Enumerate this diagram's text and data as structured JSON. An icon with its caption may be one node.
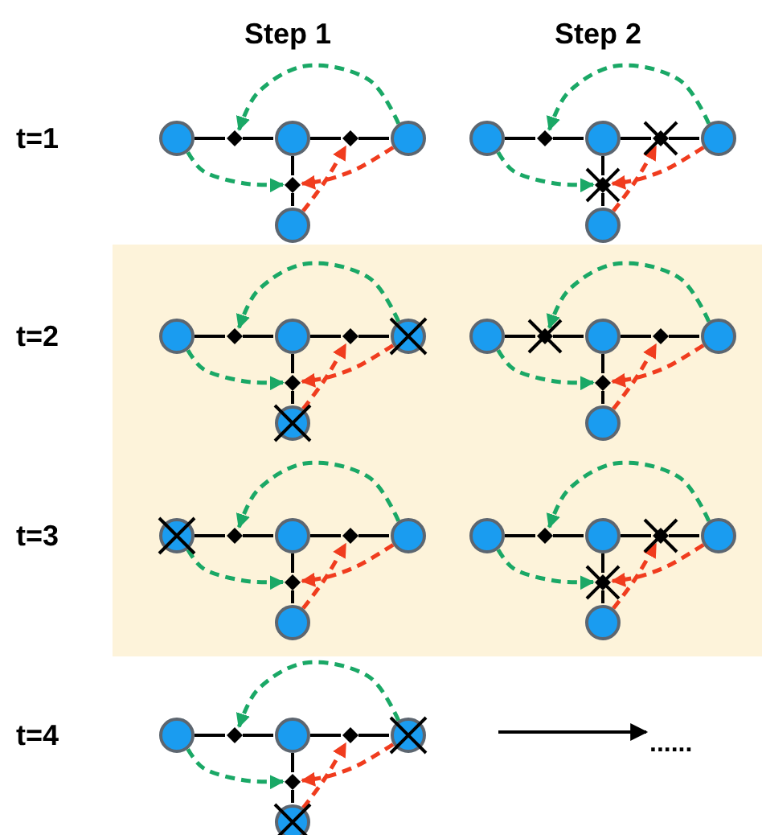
{
  "diagram": {
    "nodes": [
      {
        "text": [],
        "shape": "circle"
      },
      {
        "text": [],
        "shape": "diamond"
      },
      {
        "text": [],
        "shape": "circle"
      },
      {
        "text": [],
        "shape": "diamond"
      },
      {
        "text": [],
        "shape": "circle"
      },
      {
        "text": [],
        "shape": "diamond"
      },
      {
        "text": [],
        "shape": "circle"
      },
      {
        "text": [],
        "shape": "circle"
      },
      {
        "text": [],
        "shape": "diamond"
      },
      {
        "text": [],
        "shape": "circle"
      },
      {
        "text": [],
        "shape": "crossed-diamond"
      },
      {
        "text": [],
        "shape": "circle"
      },
      {
        "text": [],
        "shape": "crossed-diamond"
      },
      {
        "text": [],
        "shape": "circle"
      },
      {
        "text": [],
        "shape": "circle"
      },
      {
        "text": [],
        "shape": "diamond"
      },
      {
        "text": [],
        "shape": "circle"
      },
      {
        "text": [],
        "shape": "diamond"
      },
      {
        "text": [],
        "shape": "crossed-circle"
      },
      {
        "text": [],
        "shape": "diamond"
      },
      {
        "text": [],
        "shape": "crossed-circle"
      },
      {
        "text": [],
        "shape": "circle"
      },
      {
        "text": [],
        "shape": "crossed-diamond"
      },
      {
        "text": [],
        "shape": "circle"
      },
      {
        "text": [],
        "shape": "diamond"
      },
      {
        "text": [],
        "shape": "circle"
      },
      {
        "text": [],
        "shape": "diamond"
      },
      {
        "text": [],
        "shape": "circle"
      },
      {
        "text": [],
        "shape": "crossed-circle"
      },
      {
        "text": [],
        "shape": "diamond"
      },
      {
        "text": [],
        "shape": "circle"
      },
      {
        "text": [],
        "shape": "diamond"
      },
      {
        "text": [],
        "shape": "circle"
      },
      {
        "text": [],
        "shape": "diamond"
      },
      {
        "text": [],
        "shape": "circle"
      },
      {
        "text": [],
        "shape": "circle"
      },
      {
        "text": [],
        "shape": "diamond"
      },
      {
        "text": [],
        "shape": "circle"
      },
      {
        "text": [],
        "shape": "crossed-diamond"
      },
      {
        "text": [],
        "shape": "circle"
      },
      {
        "text": [],
        "shape": "crossed-diamond"
      },
      {
        "text": [],
        "shape": "circle"
      },
      {
        "text": [],
        "shape": "circle"
      },
      {
        "text": [],
        "shape": "diamond"
      },
      {
        "text": [],
        "shape": "circle"
      },
      {
        "text": [],
        "shape": "diamond"
      },
      {
        "text": [],
        "shape": "crossed-circle"
      },
      {
        "text": [],
        "shape": "diamond"
      },
      {
        "text": [],
        "shape": "crossed-circle"
      },
      {
        "text": [
          "......"
        ]
      }
    ],
    "edges": [
      {
        "from": 0,
        "to": 1,
        "arrow": "none"
      },
      {
        "from": 1,
        "to": 2,
        "arrow": "none"
      },
      {
        "from": 2,
        "to": 3,
        "arrow": "none"
      },
      {
        "from": 3,
        "to": 4,
        "arrow": "none"
      },
      {
        "from": 2,
        "to": 5,
        "arrow": "none"
      },
      {
        "from": 5,
        "to": 6,
        "arrow": "none"
      },
      {
        "from": 4,
        "to": 1,
        "arrow": "to",
        "style": "dashed",
        "color": "#1aa866"
      },
      {
        "from": 0,
        "to": 5,
        "arrow": "to",
        "style": "dashed",
        "color": "#1aa866"
      },
      {
        "from": 4,
        "to": 5,
        "arrow": "to",
        "style": "dashed",
        "color": "#f03c1e"
      },
      {
        "from": 6,
        "to": 3,
        "arrow": "to",
        "style": "dashed",
        "color": "#f03c1e"
      },
      {
        "from": 7,
        "to": 8,
        "arrow": "none"
      },
      {
        "from": 8,
        "to": 9,
        "arrow": "none"
      },
      {
        "from": 9,
        "to": 10,
        "arrow": "none"
      },
      {
        "from": 10,
        "to": 11,
        "arrow": "none"
      },
      {
        "from": 9,
        "to": 12,
        "arrow": "none"
      },
      {
        "from": 12,
        "to": 13,
        "arrow": "none"
      },
      {
        "from": 11,
        "to": 8,
        "arrow": "to",
        "style": "dashed",
        "color": "#1aa866"
      },
      {
        "from": 7,
        "to": 12,
        "arrow": "to",
        "style": "dashed",
        "color": "#1aa866"
      },
      {
        "from": 11,
        "to": 12,
        "arrow": "to",
        "style": "dashed",
        "color": "#f03c1e"
      },
      {
        "from": 13,
        "to": 10,
        "arrow": "to",
        "style": "dashed",
        "color": "#f03c1e"
      },
      {
        "from": 14,
        "to": 15,
        "arrow": "none"
      },
      {
        "from": 15,
        "to": 16,
        "arrow": "none"
      },
      {
        "from": 16,
        "to": 17,
        "arrow": "none"
      },
      {
        "from": 17,
        "to": 18,
        "arrow": "none"
      },
      {
        "from": 16,
        "to": 19,
        "arrow": "none"
      },
      {
        "from": 19,
        "to": 20,
        "arrow": "none"
      },
      {
        "from": 18,
        "to": 15,
        "arrow": "to",
        "style": "dashed",
        "color": "#1aa866"
      },
      {
        "from": 14,
        "to": 19,
        "arrow": "to",
        "style": "dashed",
        "color": "#1aa866"
      },
      {
        "from": 18,
        "to": 19,
        "arrow": "to",
        "style": "dashed",
        "color": "#f03c1e"
      },
      {
        "from": 20,
        "to": 17,
        "arrow": "to",
        "style": "dashed",
        "color": "#f03c1e"
      },
      {
        "from": 21,
        "to": 22,
        "arrow": "none"
      },
      {
        "from": 22,
        "to": 23,
        "arrow": "none"
      },
      {
        "from": 23,
        "to": 24,
        "arrow": "none"
      },
      {
        "from": 24,
        "to": 25,
        "arrow": "none"
      },
      {
        "from": 23,
        "to": 26,
        "arrow": "none"
      },
      {
        "from": 26,
        "to": 27,
        "arrow": "none"
      },
      {
        "from": 25,
        "to": 22,
        "arrow": "to",
        "style": "dashed",
        "color": "#1aa866"
      },
      {
        "from": 21,
        "to": 26,
        "arrow": "to",
        "style": "dashed",
        "color": "#1aa866"
      },
      {
        "from": 25,
        "to": 26,
        "arrow": "to",
        "style": "dashed",
        "color": "#f03c1e"
      },
      {
        "from": 27,
        "to": 24,
        "arrow": "to",
        "style": "dashed",
        "color": "#f03c1e"
      },
      {
        "from": 28,
        "to": 29,
        "arrow": "none"
      },
      {
        "from": 29,
        "to": 30,
        "arrow": "none"
      },
      {
        "from": 30,
        "to": 31,
        "arrow": "none"
      },
      {
        "from": 31,
        "to": 32,
        "arrow": "none"
      },
      {
        "from": 30,
        "to": 33,
        "arrow": "none"
      },
      {
        "from": 33,
        "to": 34,
        "arrow": "none"
      },
      {
        "from": 32,
        "to": 29,
        "arrow": "to",
        "style": "dashed",
        "color": "#1aa866"
      },
      {
        "from": 28,
        "to": 33,
        "arrow": "to",
        "style": "dashed",
        "color": "#1aa866"
      },
      {
        "from": 32,
        "to": 33,
        "arrow": "to",
        "style": "dashed",
        "color": "#f03c1e"
      },
      {
        "from": 34,
        "to": 31,
        "arrow": "to",
        "style": "dashed",
        "color": "#f03c1e"
      },
      {
        "from": 35,
        "to": 36,
        "arrow": "none"
      },
      {
        "from": 36,
        "to": 37,
        "arrow": "none"
      },
      {
        "from": 37,
        "to": 38,
        "arrow": "none"
      },
      {
        "from": 38,
        "to": 39,
        "arrow": "none"
      },
      {
        "from": 37,
        "to": 40,
        "arrow": "none"
      },
      {
        "from": 40,
        "to": 41,
        "arrow": "none"
      },
      {
        "from": 39,
        "to": 36,
        "arrow": "to",
        "style": "dashed",
        "color": "#1aa866"
      },
      {
        "from": 35,
        "to": 40,
        "arrow": "to",
        "style": "dashed",
        "color": "#1aa866"
      },
      {
        "from": 39,
        "to": 40,
        "arrow": "to",
        "style": "dashed",
        "color": "#f03c1e"
      },
      {
        "from": 41,
        "to": 38,
        "arrow": "to",
        "style": "dashed",
        "color": "#f03c1e"
      },
      {
        "from": 42,
        "to": 43,
        "arrow": "none"
      },
      {
        "from": 43,
        "to": 44,
        "arrow": "none"
      },
      {
        "from": 44,
        "to": 45,
        "arrow": "none"
      },
      {
        "from": 45,
        "to": 46,
        "arrow": "none"
      },
      {
        "from": 44,
        "to": 47,
        "arrow": "none"
      },
      {
        "from": 47,
        "to": 48,
        "arrow": "none"
      },
      {
        "from": 46,
        "to": 43,
        "arrow": "to",
        "style": "dashed",
        "color": "#1aa866"
      },
      {
        "from": 42,
        "to": 47,
        "arrow": "to",
        "style": "dashed",
        "color": "#1aa866"
      },
      {
        "from": 46,
        "to": 47,
        "arrow": "to",
        "style": "dashed",
        "color": "#f03c1e"
      },
      {
        "from": 48,
        "to": 45,
        "arrow": "to",
        "style": "dashed",
        "color": "#f03c1e"
      },
      {
        "from": null,
        "to": 49,
        "arrow": "to"
      }
    ],
    "labels": [
      "Step 1",
      "Step 2",
      "t=1",
      "t=2",
      "t=3",
      "t=4"
    ]
  }
}
